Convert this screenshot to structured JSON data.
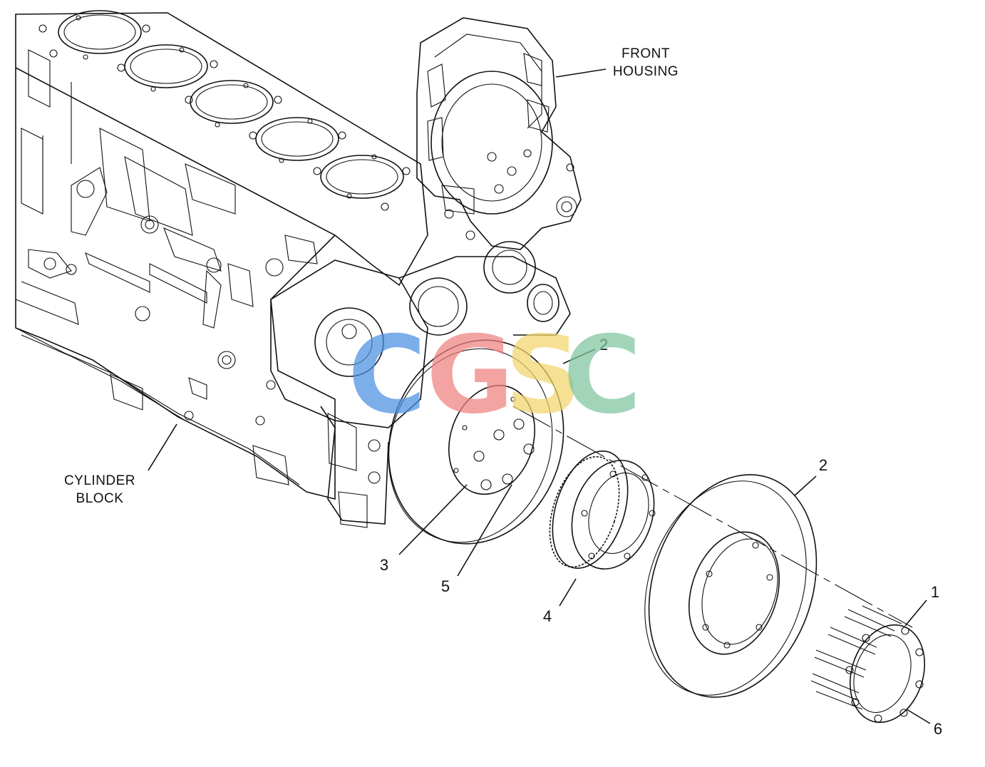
{
  "labels": {
    "front_housing_line1": "FRONT",
    "front_housing_line2": "HOUSING",
    "cylinder_block_line1": "CYLINDER",
    "cylinder_block_line2": "BLOCK"
  },
  "callouts": {
    "c1": "1",
    "c2_upper": "2",
    "c2_lower": "2",
    "c3": "3",
    "c4": "4",
    "c5": "5",
    "c6": "6"
  },
  "watermark": {
    "letters": [
      "C",
      "G",
      "S",
      "C"
    ],
    "colors": [
      "#4a90e2",
      "#f08080",
      "#f2d56b",
      "#7fc4a0"
    ]
  },
  "colors": {
    "line": "#111111",
    "background": "#ffffff"
  }
}
